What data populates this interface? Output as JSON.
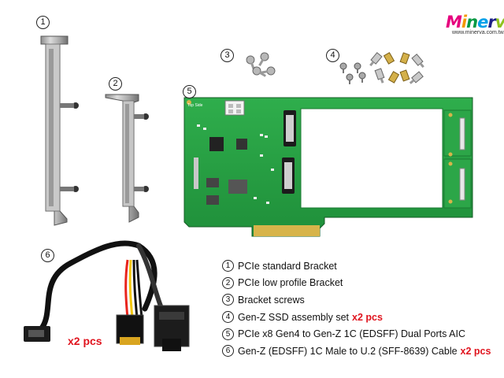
{
  "brand": {
    "logo_text": "Minerva",
    "url": "www.minerva.com.tw",
    "letter_colors": [
      "#e6007e",
      "#f39800",
      "#009944",
      "#00a0e9",
      "#1d2088",
      "#8fc31f",
      "#e4007f"
    ]
  },
  "callouts": [
    "1",
    "2",
    "3",
    "4",
    "5",
    "6"
  ],
  "pcb_label": "Top Side",
  "legend": [
    {
      "num": "1",
      "text": "PCIe standard Bracket",
      "qty": ""
    },
    {
      "num": "2",
      "text": "PCIe low profile Bracket",
      "qty": ""
    },
    {
      "num": "3",
      "text": "Bracket screws",
      "qty": ""
    },
    {
      "num": "4",
      "text": "Gen-Z SSD assembly set",
      "qty": "x2 pcs"
    },
    {
      "num": "5",
      "text": "PCIe x8 Gen4 to Gen-Z 1C (EDSFF) Dual Ports AIC",
      "qty": ""
    },
    {
      "num": "6",
      "text": "Gen-Z (EDSFF) 1C Male to U.2 (SFF-8639) Cable",
      "qty": "x2 pcs"
    }
  ],
  "cable_qty": "x2 pcs",
  "colors": {
    "accent_red": "#e0141e",
    "pcb_green": "#25a043",
    "gold": "#d7b44a"
  }
}
